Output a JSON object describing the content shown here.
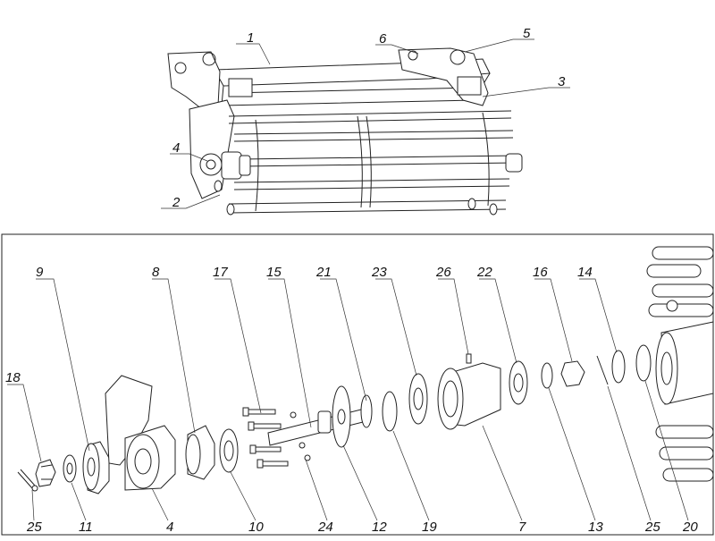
{
  "callouts": [
    "1",
    "2",
    "3",
    "4",
    "5",
    "6",
    "9",
    "8",
    "17",
    "15",
    "21",
    "23",
    "26",
    "22",
    "16",
    "14",
    "18",
    "25",
    "11",
    "4",
    "10",
    "24",
    "12",
    "19",
    "7",
    "13",
    "25",
    "20"
  ]
}
